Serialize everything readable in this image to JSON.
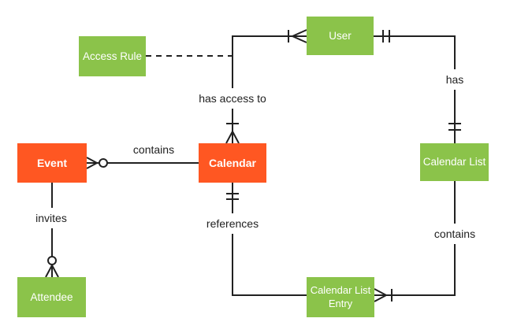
{
  "colors": {
    "entity_green": "#8bc34a",
    "entity_orange": "#ff5722",
    "line": "#212121",
    "label_text": "#212121",
    "background": "#ffffff"
  },
  "entities": {
    "access_rule": {
      "label": "Access Rule",
      "color": "green"
    },
    "user": {
      "label": "User",
      "color": "green"
    },
    "event": {
      "label": "Event",
      "color": "orange"
    },
    "calendar": {
      "label": "Calendar",
      "color": "orange"
    },
    "calendar_list": {
      "label": "Calendar List",
      "color": "green"
    },
    "attendee": {
      "label": "Attendee",
      "color": "green"
    },
    "calendar_list_entry": {
      "label": "Calendar List Entry",
      "color": "green"
    }
  },
  "relationships": {
    "event_contains_calendar": {
      "label": "contains",
      "event_end": "zero-or-many",
      "calendar_end": "plain"
    },
    "calendar_has_access_to_user": {
      "label": "has access to",
      "calendar_end": "one-or-many",
      "user_end": "one-or-many"
    },
    "user_has_calendar_list": {
      "label": "has",
      "user_end": "exactly-one",
      "calendar_list_end": "exactly-one"
    },
    "calendar_list_contains_entry": {
      "label": "contains",
      "calendar_list_end": "plain",
      "entry_end": "one-or-many"
    },
    "entry_references_calendar": {
      "label": "references",
      "calendar_end": "exactly-one",
      "entry_end": "plain"
    },
    "event_invites_attendee": {
      "label": "invites",
      "event_end": "plain",
      "attendee_end": "zero-or-many"
    },
    "access_rule_link": {
      "label": "",
      "style": "dashed"
    }
  }
}
